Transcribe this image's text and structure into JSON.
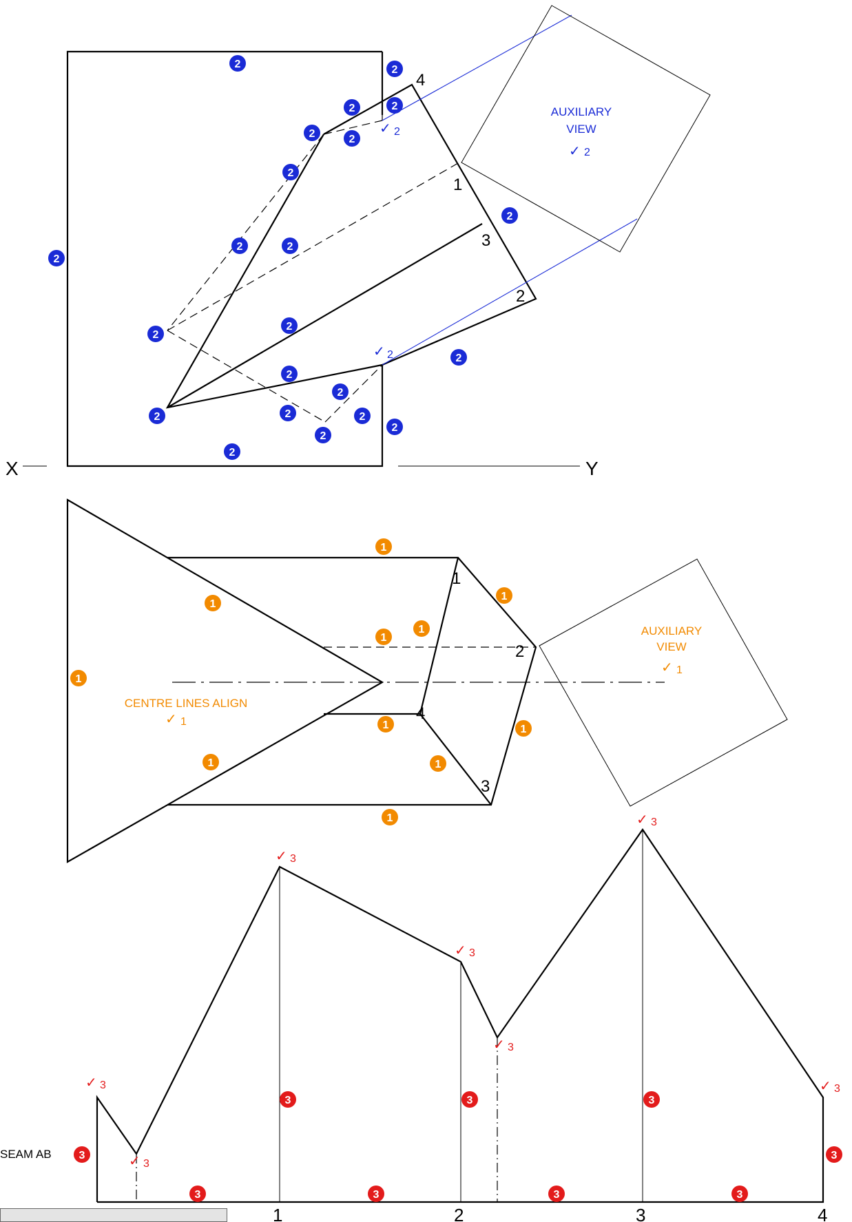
{
  "colors": {
    "line": "#000000",
    "blue": "#1a2bd6",
    "orange": "#f28a00",
    "red": "#e31b1b",
    "badge_text": "#ffffff"
  },
  "top_view": {
    "x_label": "X",
    "y_label": "Y",
    "point_labels": [
      "4",
      "1",
      "3",
      "2"
    ],
    "aux_view_line1": "AUXILIARY",
    "aux_view_line2": "VIEW",
    "aux_view_tick": "✓",
    "aux_view_mark": "2",
    "tick_mark": "2",
    "tick_glyph": "✓",
    "badge": "2"
  },
  "front_view": {
    "point_labels": [
      "1",
      "2",
      "4",
      "3"
    ],
    "centre_note": "CENTRE LINES ALIGN",
    "centre_note_mark": "1",
    "aux_view_line1": "AUXILIARY",
    "aux_view_line2": "VIEW",
    "aux_view_mark": "1",
    "tick_glyph": "✓",
    "badge": "1"
  },
  "development": {
    "seam_label": "SEAM AB",
    "baseline_labels": [
      "1",
      "2",
      "3",
      "4"
    ],
    "tick_glyph": "✓",
    "tick_mark": "3",
    "badge": "3"
  }
}
